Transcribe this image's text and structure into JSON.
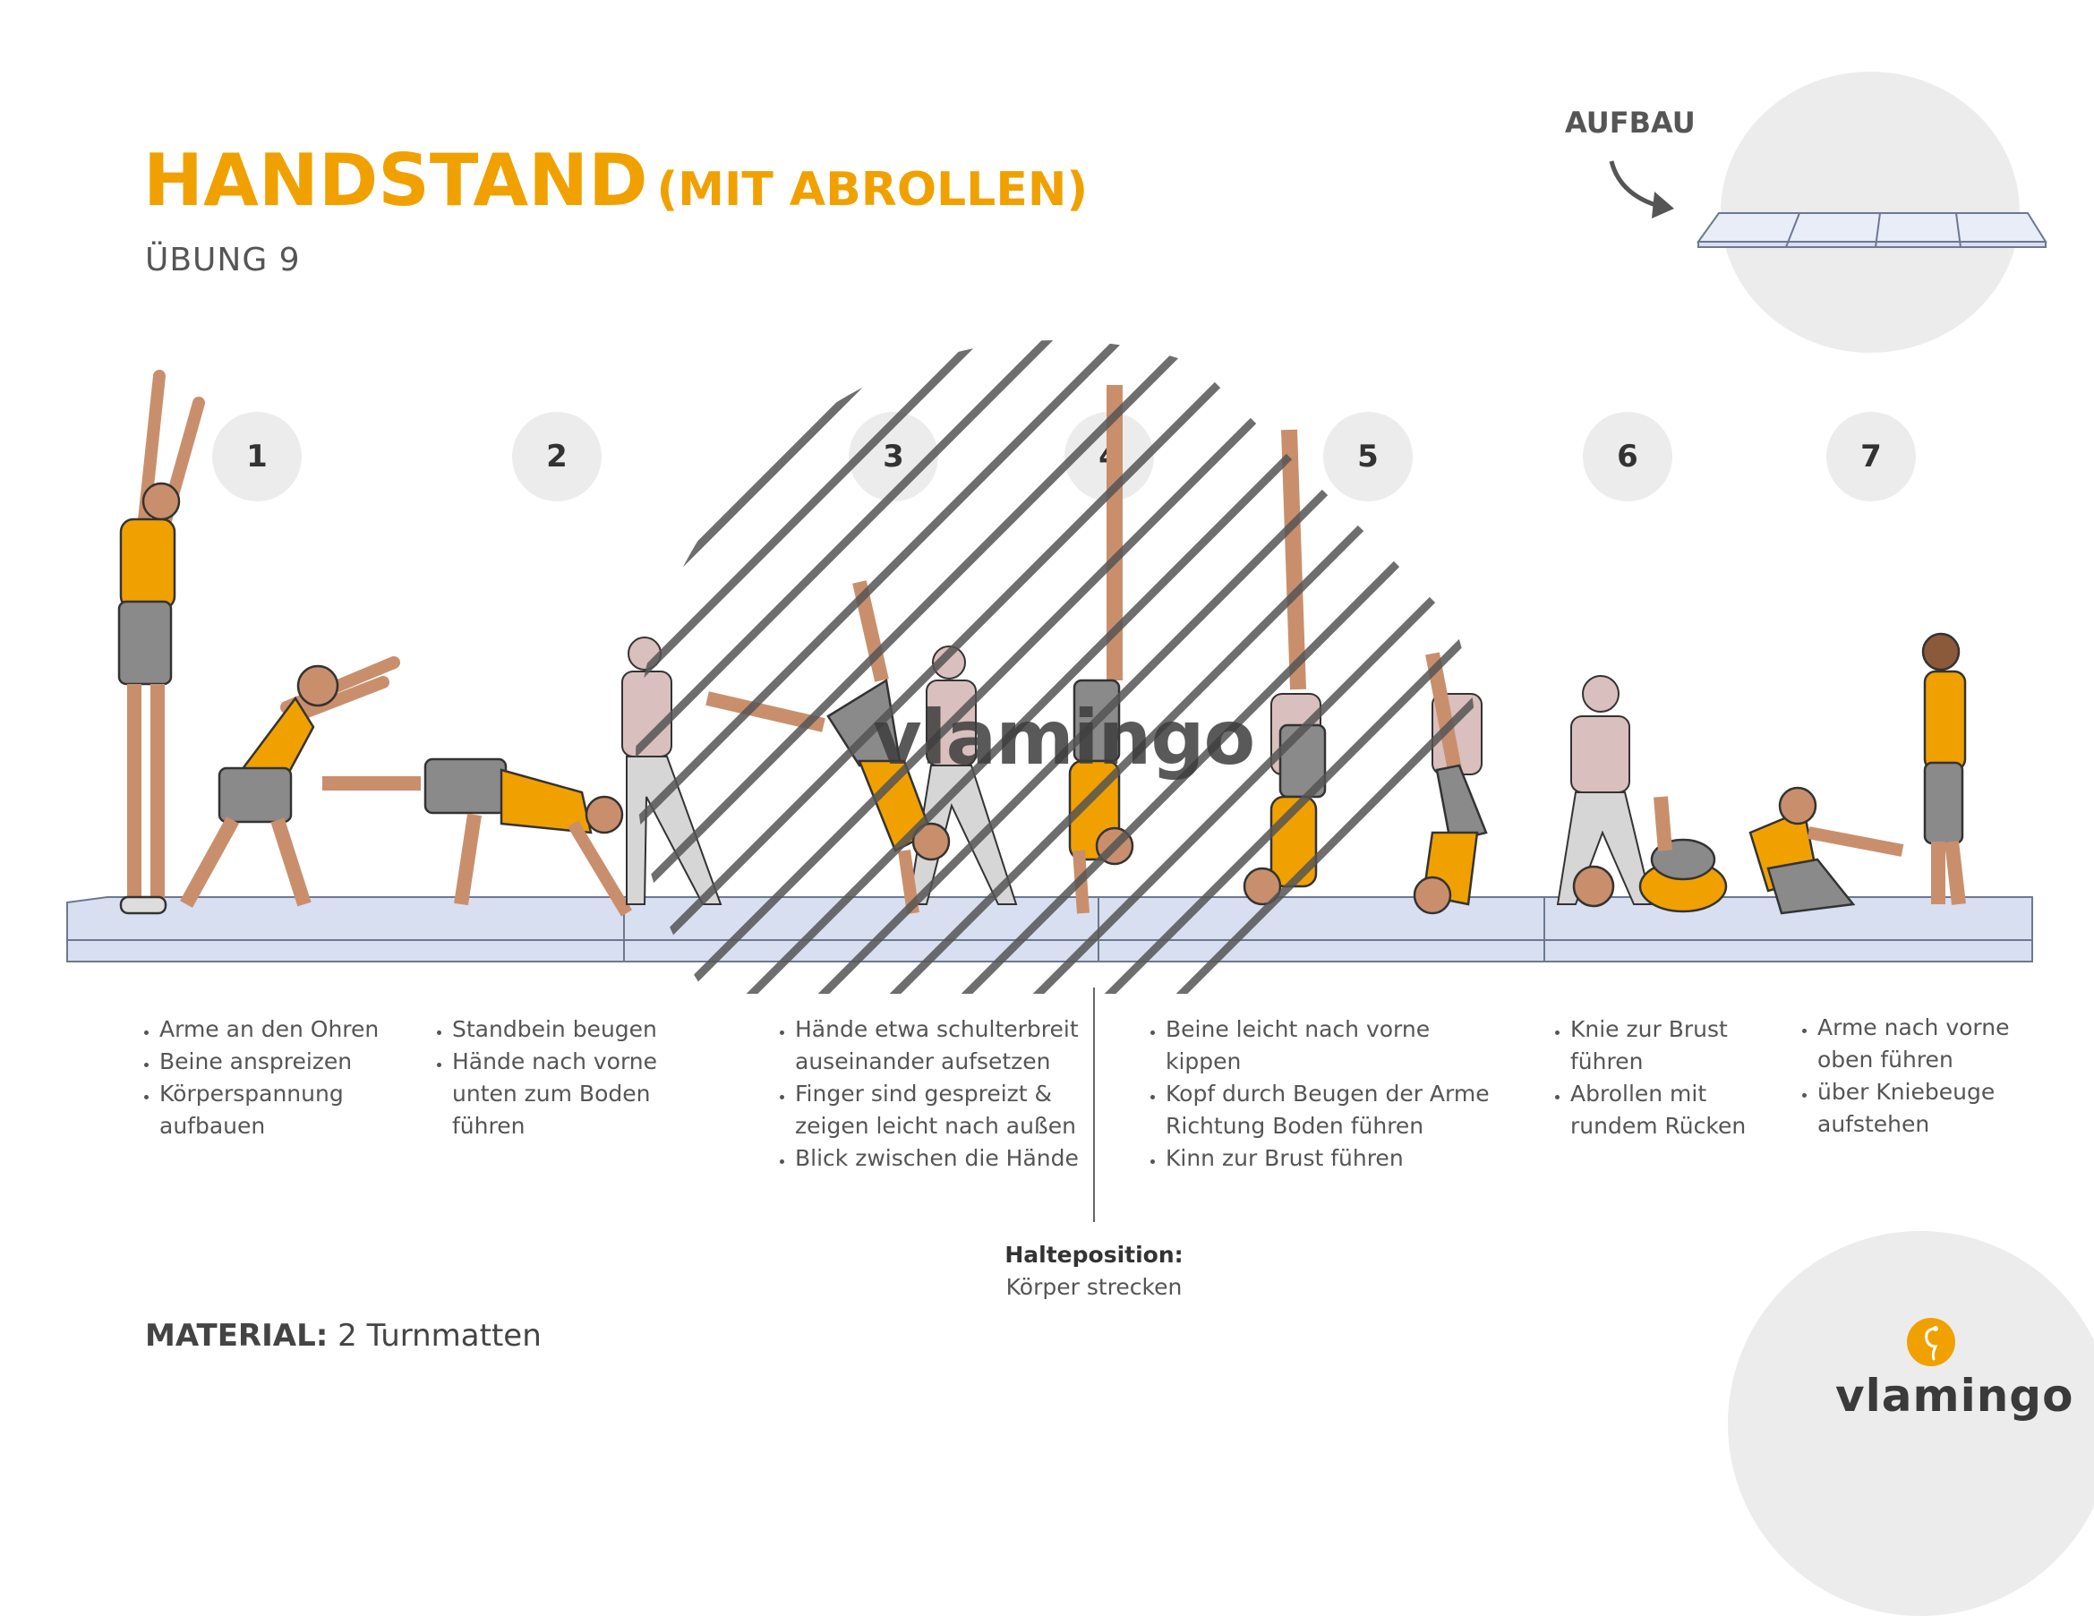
{
  "header": {
    "title": "HANDSTAND",
    "title_suffix": "(MIT ABROLLEN)",
    "subtitle": "ÜBUNG 9"
  },
  "setup": {
    "label": "AUFBAU",
    "icon": "gym-mat-icon"
  },
  "steps": [
    {
      "number": "1",
      "bullets": [
        "Arme an den Ohren",
        "Beine anspreizen",
        "Körperspannung aufbauen"
      ]
    },
    {
      "number": "2",
      "bullets": [
        "Standbein beugen",
        "Hände nach vorne unten zum Boden führen"
      ]
    },
    {
      "number": "3",
      "bullets": [
        "Hände etwa schulterbreit auseinander aufsetzen",
        "Finger sind gespreizt & zeigen leicht nach außen",
        "Blick zwischen die Hände"
      ]
    },
    {
      "number": "4",
      "bullets": []
    },
    {
      "number": "5",
      "bullets": [
        "Beine leicht nach vorne kippen",
        "Kopf durch Beugen der Arme Richtung Boden führen",
        "Kinn zur Brust führen"
      ]
    },
    {
      "number": "6",
      "bullets": [
        "Knie zur Brust führen",
        "Abrollen mit rundem Rücken"
      ]
    },
    {
      "number": "7",
      "bullets": [
        "Arme nach vorne oben führen",
        "über Kniebeuge aufstehen"
      ]
    }
  ],
  "hold": {
    "heading": "Halteposition:",
    "text": "Körper strecken"
  },
  "material": {
    "label": "MATERIAL:",
    "value": "2 Turnmatten"
  },
  "brand": {
    "name": "vlamingo",
    "watermark": "vlamingo"
  },
  "colors": {
    "accent": "#f0a100",
    "text": "#3a3a3a",
    "circle": "#ececec",
    "mat": "#d8dff0",
    "shorts": "#8a8a8a",
    "spotter_shirt": "#d9bfbd"
  }
}
